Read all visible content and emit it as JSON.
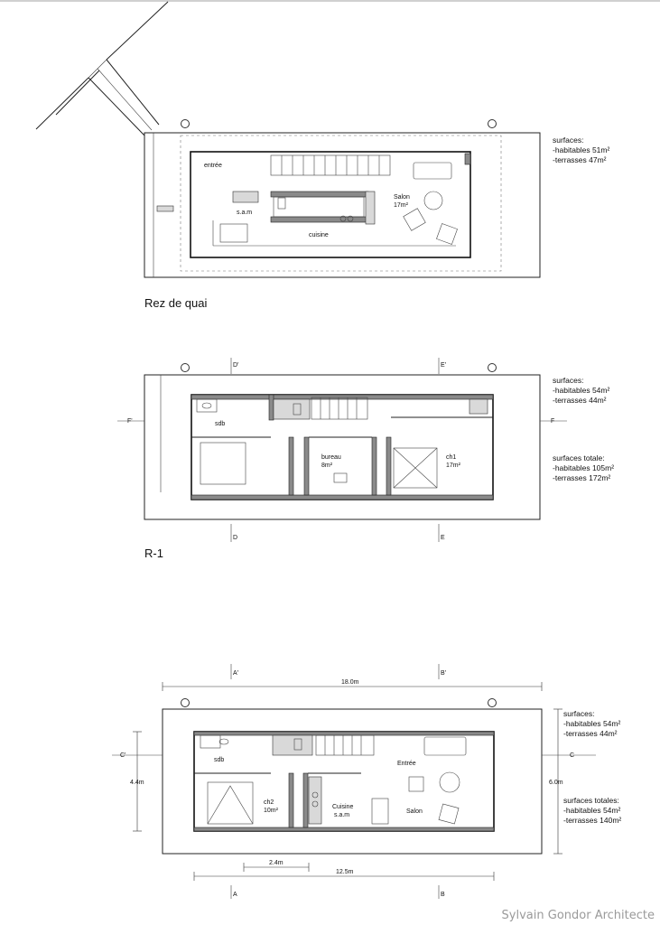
{
  "plans": [
    {
      "title": "Rez de quai",
      "surfaces": [
        "surfaces:",
        "-habitables 51m²",
        "-terrasses 47m²"
      ],
      "rooms": [
        "entrée",
        "s.a.m",
        "Salon",
        "17m²",
        "cuisine"
      ]
    },
    {
      "title": "R-1",
      "surfaces": [
        "surfaces:",
        "-habitables 54m²",
        "-terrasses 44m²"
      ],
      "totals": [
        "surfaces totale:",
        "-habitables 105m²",
        "-terrasses 172m²"
      ],
      "rooms": [
        "sdb",
        "bureau",
        "8m²",
        "ch1",
        "17m²"
      ],
      "section_marks": [
        "D'",
        "E'",
        "F'",
        "F",
        "D",
        "E"
      ]
    },
    {
      "title": "",
      "surfaces": [
        "surfaces:",
        "-habitables 54m²",
        "-terrasses 44m²"
      ],
      "totals": [
        "surfaces totales:",
        "-habitables 54m²",
        "-terrasses 140m²"
      ],
      "rooms": [
        "sdb",
        "Entrée",
        "ch2",
        "10m²",
        "Cuisine",
        "s.a.m",
        "Salon"
      ],
      "section_marks": [
        "A'",
        "B'",
        "C'",
        "C",
        "A",
        "B"
      ],
      "dimensions": [
        "18.0m",
        "4.4m",
        "6.0m",
        "2.4m",
        "12.5m"
      ]
    }
  ],
  "signature": "Sylvain Gondor Architecte"
}
